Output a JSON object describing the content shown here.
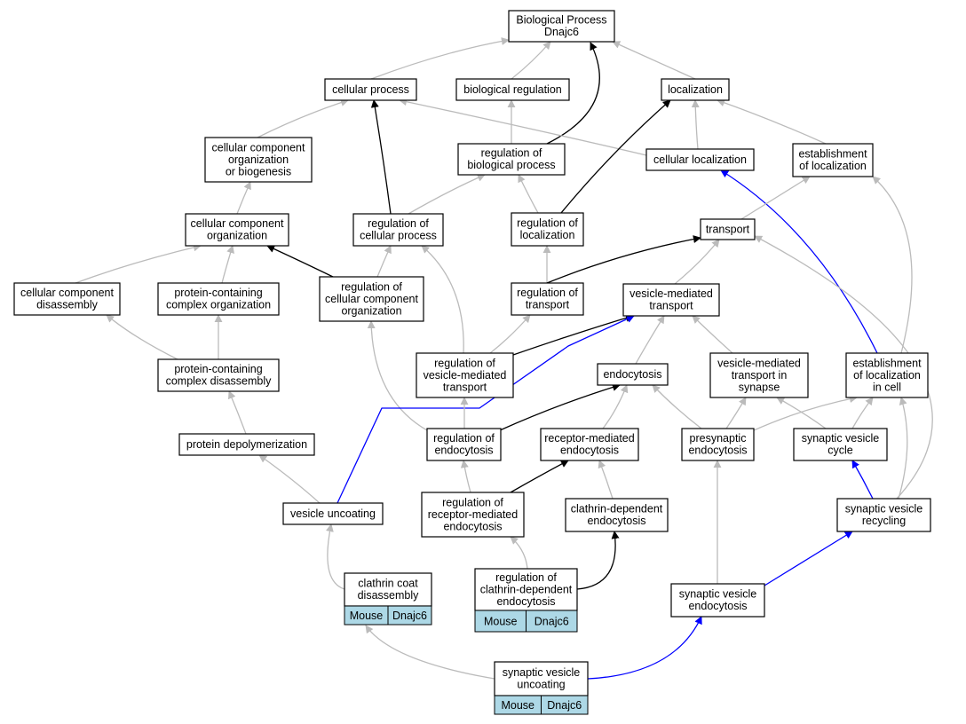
{
  "colors": {
    "is_a": "#bbbbbb",
    "part_of": "#000000",
    "regulates": "#0000ff",
    "annotation": "#add8e6"
  },
  "nodes": [
    {
      "id": "root",
      "lines": [
        "Biological Process",
        "Dnajc6"
      ]
    },
    {
      "id": "cellular_process",
      "lines": [
        "cellular process"
      ]
    },
    {
      "id": "biological_regulation",
      "lines": [
        "biological regulation"
      ]
    },
    {
      "id": "localization",
      "lines": [
        "localization"
      ]
    },
    {
      "id": "cc_org_biogenesis",
      "lines": [
        "cellular component",
        "organization",
        "or biogenesis"
      ]
    },
    {
      "id": "reg_biological_process",
      "lines": [
        "regulation of",
        "biological process"
      ]
    },
    {
      "id": "cellular_localization",
      "lines": [
        "cellular localization"
      ]
    },
    {
      "id": "establishment_localization",
      "lines": [
        "establishment",
        "of localization"
      ]
    },
    {
      "id": "cc_organization",
      "lines": [
        "cellular component",
        "organization"
      ]
    },
    {
      "id": "reg_cellular_process",
      "lines": [
        "regulation of",
        "cellular process"
      ]
    },
    {
      "id": "reg_localization",
      "lines": [
        "regulation of",
        "localization"
      ]
    },
    {
      "id": "transport",
      "lines": [
        "transport"
      ]
    },
    {
      "id": "cc_disassembly",
      "lines": [
        "cellular component",
        "disassembly"
      ]
    },
    {
      "id": "protein_complex_org",
      "lines": [
        "protein-containing",
        "complex organization"
      ]
    },
    {
      "id": "reg_cc_organization",
      "lines": [
        "regulation of",
        "cellular component",
        "organization"
      ]
    },
    {
      "id": "reg_transport",
      "lines": [
        "regulation of",
        "transport"
      ]
    },
    {
      "id": "vesicle_mediated_transport",
      "lines": [
        "vesicle-mediated",
        "transport"
      ]
    },
    {
      "id": "protein_complex_disassembly",
      "lines": [
        "protein-containing",
        "complex disassembly"
      ]
    },
    {
      "id": "reg_vesicle_mediated_transport",
      "lines": [
        "regulation of",
        "vesicle-mediated",
        "transport"
      ]
    },
    {
      "id": "endocytosis",
      "lines": [
        "endocytosis"
      ]
    },
    {
      "id": "vmt_in_synapse",
      "lines": [
        "vesicle-mediated",
        "transport in",
        "synapse"
      ]
    },
    {
      "id": "establishment_loc_in_cell",
      "lines": [
        "establishment",
        "of localization",
        "in cell"
      ]
    },
    {
      "id": "protein_depolymerization",
      "lines": [
        "protein depolymerization"
      ]
    },
    {
      "id": "reg_endocytosis",
      "lines": [
        "regulation of",
        "endocytosis"
      ]
    },
    {
      "id": "receptor_mediated_endocytosis",
      "lines": [
        "receptor-mediated",
        "endocytosis"
      ]
    },
    {
      "id": "presynaptic_endocytosis",
      "lines": [
        "presynaptic",
        "endocytosis"
      ]
    },
    {
      "id": "sv_cycle",
      "lines": [
        "synaptic vesicle",
        "cycle"
      ]
    },
    {
      "id": "vesicle_uncoating",
      "lines": [
        "vesicle uncoating"
      ]
    },
    {
      "id": "reg_receptor_mediated_endocytosis",
      "lines": [
        "regulation of",
        "receptor-mediated",
        "endocytosis"
      ]
    },
    {
      "id": "clathrin_dependent_endocytosis",
      "lines": [
        "clathrin-dependent",
        "endocytosis"
      ]
    },
    {
      "id": "sv_recycling",
      "lines": [
        "synaptic vesicle",
        "recycling"
      ]
    },
    {
      "id": "clathrin_coat_disassembly",
      "lines": [
        "clathrin coat",
        "disassembly"
      ],
      "annotations": [
        "Mouse",
        "Dnajc6"
      ]
    },
    {
      "id": "reg_clathrin_dependent_endocytosis",
      "lines": [
        "regulation of",
        "clathrin-dependent",
        "endocytosis"
      ],
      "annotations": [
        "Mouse",
        "Dnajc6"
      ]
    },
    {
      "id": "sv_endocytosis",
      "lines": [
        "synaptic vesicle",
        "endocytosis"
      ]
    },
    {
      "id": "sv_uncoating",
      "lines": [
        "synaptic vesicle",
        "uncoating"
      ],
      "annotations": [
        "Mouse",
        "Dnajc6"
      ]
    }
  ],
  "edges": [
    {
      "from": "cellular_process",
      "to": "root",
      "type": "is_a"
    },
    {
      "from": "biological_regulation",
      "to": "root",
      "type": "is_a"
    },
    {
      "from": "localization",
      "to": "root",
      "type": "is_a"
    },
    {
      "from": "reg_biological_process",
      "to": "root",
      "type": "part_of"
    },
    {
      "from": "cc_org_biogenesis",
      "to": "cellular_process",
      "type": "is_a"
    },
    {
      "from": "cellular_localization",
      "to": "cellular_process",
      "type": "is_a"
    },
    {
      "from": "reg_cellular_process",
      "to": "cellular_process",
      "type": "part_of"
    },
    {
      "from": "reg_biological_process",
      "to": "biological_regulation",
      "type": "is_a"
    },
    {
      "from": "cellular_localization",
      "to": "localization",
      "type": "is_a"
    },
    {
      "from": "establishment_localization",
      "to": "localization",
      "type": "is_a"
    },
    {
      "from": "reg_localization",
      "to": "localization",
      "type": "part_of"
    },
    {
      "from": "cc_organization",
      "to": "cc_org_biogenesis",
      "type": "is_a"
    },
    {
      "from": "reg_cellular_process",
      "to": "reg_biological_process",
      "type": "is_a"
    },
    {
      "from": "reg_localization",
      "to": "reg_biological_process",
      "type": "is_a"
    },
    {
      "from": "establishment_loc_in_cell",
      "to": "cellular_localization",
      "type": "regulates"
    },
    {
      "from": "transport",
      "to": "establishment_localization",
      "type": "is_a"
    },
    {
      "from": "establishment_loc_in_cell",
      "to": "establishment_localization",
      "type": "is_a"
    },
    {
      "from": "cc_disassembly",
      "to": "cc_organization",
      "type": "is_a"
    },
    {
      "from": "protein_complex_org",
      "to": "cc_organization",
      "type": "is_a"
    },
    {
      "from": "reg_cc_organization",
      "to": "cc_organization",
      "type": "part_of"
    },
    {
      "from": "reg_cc_organization",
      "to": "reg_cellular_process",
      "type": "is_a"
    },
    {
      "from": "reg_vesicle_mediated_transport",
      "to": "reg_cellular_process",
      "type": "is_a"
    },
    {
      "from": "reg_transport",
      "to": "reg_localization",
      "type": "is_a"
    },
    {
      "from": "reg_transport",
      "to": "transport",
      "type": "part_of"
    },
    {
      "from": "vesicle_mediated_transport",
      "to": "transport",
      "type": "is_a"
    },
    {
      "from": "sv_recycling",
      "to": "transport",
      "type": "is_a"
    },
    {
      "from": "protein_complex_disassembly",
      "to": "cc_disassembly",
      "type": "is_a"
    },
    {
      "from": "protein_complex_disassembly",
      "to": "protein_complex_org",
      "type": "is_a"
    },
    {
      "from": "reg_endocytosis",
      "to": "reg_cc_organization",
      "type": "is_a"
    },
    {
      "from": "reg_vesicle_mediated_transport",
      "to": "reg_transport",
      "type": "is_a"
    },
    {
      "from": "reg_vesicle_mediated_transport",
      "to": "vesicle_mediated_transport",
      "type": "part_of"
    },
    {
      "from": "vesicle_uncoating",
      "to": "vesicle_mediated_transport",
      "type": "regulates"
    },
    {
      "from": "endocytosis",
      "to": "vesicle_mediated_transport",
      "type": "is_a"
    },
    {
      "from": "vmt_in_synapse",
      "to": "vesicle_mediated_transport",
      "type": "is_a"
    },
    {
      "from": "protein_depolymerization",
      "to": "protein_complex_disassembly",
      "type": "is_a"
    },
    {
      "from": "reg_endocytosis",
      "to": "reg_vesicle_mediated_transport",
      "type": "is_a"
    },
    {
      "from": "reg_endocytosis",
      "to": "endocytosis",
      "type": "part_of"
    },
    {
      "from": "receptor_mediated_endocytosis",
      "to": "endocytosis",
      "type": "is_a"
    },
    {
      "from": "presynaptic_endocytosis",
      "to": "endocytosis",
      "type": "is_a"
    },
    {
      "from": "presynaptic_endocytosis",
      "to": "vmt_in_synapse",
      "type": "is_a"
    },
    {
      "from": "sv_cycle",
      "to": "vmt_in_synapse",
      "type": "is_a"
    },
    {
      "from": "presynaptic_endocytosis",
      "to": "establishment_loc_in_cell",
      "type": "is_a"
    },
    {
      "from": "sv_cycle",
      "to": "establishment_loc_in_cell",
      "type": "is_a"
    },
    {
      "from": "sv_recycling",
      "to": "establishment_loc_in_cell",
      "type": "is_a"
    },
    {
      "from": "vesicle_uncoating",
      "to": "protein_depolymerization",
      "type": "is_a"
    },
    {
      "from": "reg_receptor_mediated_endocytosis",
      "to": "reg_endocytosis",
      "type": "is_a"
    },
    {
      "from": "reg_receptor_mediated_endocytosis",
      "to": "receptor_mediated_endocytosis",
      "type": "part_of"
    },
    {
      "from": "clathrin_dependent_endocytosis",
      "to": "receptor_mediated_endocytosis",
      "type": "is_a"
    },
    {
      "from": "sv_recycling",
      "to": "sv_cycle",
      "type": "regulates"
    },
    {
      "from": "clathrin_coat_disassembly",
      "to": "vesicle_uncoating",
      "type": "is_a"
    },
    {
      "from": "reg_clathrin_dependent_endocytosis",
      "to": "reg_receptor_mediated_endocytosis",
      "type": "is_a"
    },
    {
      "from": "reg_clathrin_dependent_endocytosis",
      "to": "clathrin_dependent_endocytosis",
      "type": "part_of"
    },
    {
      "from": "sv_endocytosis",
      "to": "presynaptic_endocytosis",
      "type": "is_a"
    },
    {
      "from": "sv_endocytosis",
      "to": "sv_recycling",
      "type": "regulates"
    },
    {
      "from": "sv_uncoating",
      "to": "clathrin_coat_disassembly",
      "type": "is_a"
    },
    {
      "from": "sv_uncoating",
      "to": "sv_endocytosis",
      "type": "regulates"
    }
  ]
}
